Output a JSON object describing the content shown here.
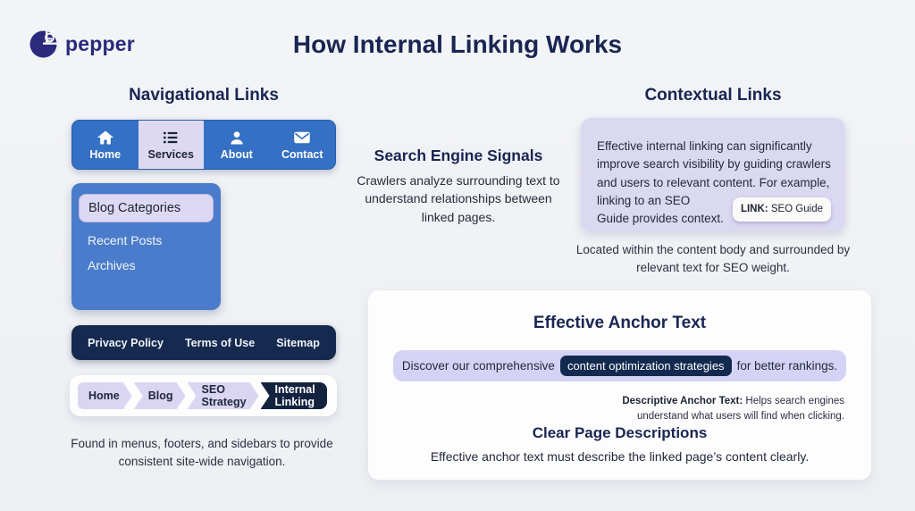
{
  "page": {
    "brand": "pepper",
    "title": "How Internal Linking Works"
  },
  "colors": {
    "background": "#eef0f4",
    "navy_text": "#192552",
    "nav_blue": "#3470c3",
    "sidebar_blue": "#4a7ccb",
    "lavender": "#dbd8f2",
    "footer_navy": "#152a4e",
    "crumb_navy": "#13223f",
    "card_white": "#fdfdfd",
    "anchor_pill_navy": "#132a50"
  },
  "navigational": {
    "heading": "Navigational Links",
    "navbar": {
      "items": [
        {
          "label": "Home",
          "icon": "home-icon",
          "active": false
        },
        {
          "label": "Services",
          "icon": "list-icon",
          "active": true
        },
        {
          "label": "About",
          "icon": "person-icon",
          "active": false
        },
        {
          "label": "Contact",
          "icon": "mail-icon",
          "active": false
        }
      ]
    },
    "sidebar": {
      "selected": "Blog Categories",
      "items": [
        "Recent Posts",
        "Archives"
      ]
    },
    "footer_links": [
      "Privacy Policy",
      "Terms of Use",
      "Sitemap"
    ],
    "breadcrumb": [
      "Home",
      "Blog",
      "SEO Strategy",
      "Internal Linking"
    ],
    "caption": "Found in menus, footers, and sidebars to provide consistent site-wide navigation."
  },
  "signals": {
    "heading": "Search Engine Signals",
    "body": "Crawlers analyze surrounding text to understand relationships between linked pages."
  },
  "contextual": {
    "heading": "Contextual Links",
    "body_before_badge": "Effective internal linking can significantly improve search visibility  by guiding crawlers and users to relevant content. For example,",
    "body_after_badge": "linking to an SEO Guide provides context.",
    "link_badge_label": "LINK:",
    "link_badge_value": "SEO Guide",
    "caption": "Located within the content body and surrounded by relevant text for SEO weight."
  },
  "anchor": {
    "heading": "Effective Anchor Text",
    "sentence_before": "Discover our comprehensive",
    "anchor_text": "content optimization strategies",
    "sentence_after": "for better rankings.",
    "note_bold": "Descriptive Anchor Text:",
    "note_rest": "Helps search engines understand what users will find when clicking.",
    "subheading": "Clear Page Descriptions",
    "subbody": "Effective anchor text must describe the linked page’s content clearly."
  }
}
